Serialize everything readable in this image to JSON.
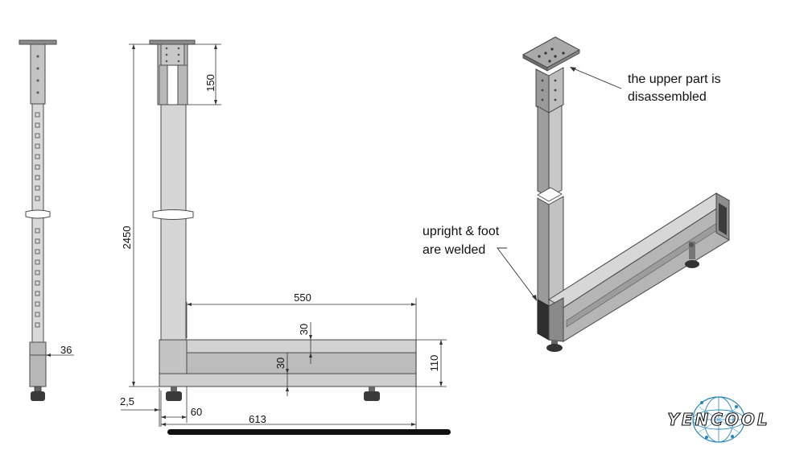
{
  "dimensions": {
    "d36": "36",
    "d150": "150",
    "d2450": "2450",
    "d550": "550",
    "d30a": "30",
    "d30b": "30",
    "d110": "110",
    "d2_5": "2,5",
    "d60": "60",
    "d613": "613"
  },
  "annotations": {
    "upper_line1": "the upper part is",
    "upper_line2": "disassembled",
    "welded_line1": "upright & foot",
    "welded_line2": "are welded"
  },
  "logo": {
    "text": "YENCOOL"
  },
  "colors": {
    "steel_light": "#d9d9d9",
    "steel_mid": "#b8b8b8",
    "steel_dark": "#8c8c8c",
    "outline": "#4a4a4a",
    "logo_blue": "#2a86b8"
  }
}
